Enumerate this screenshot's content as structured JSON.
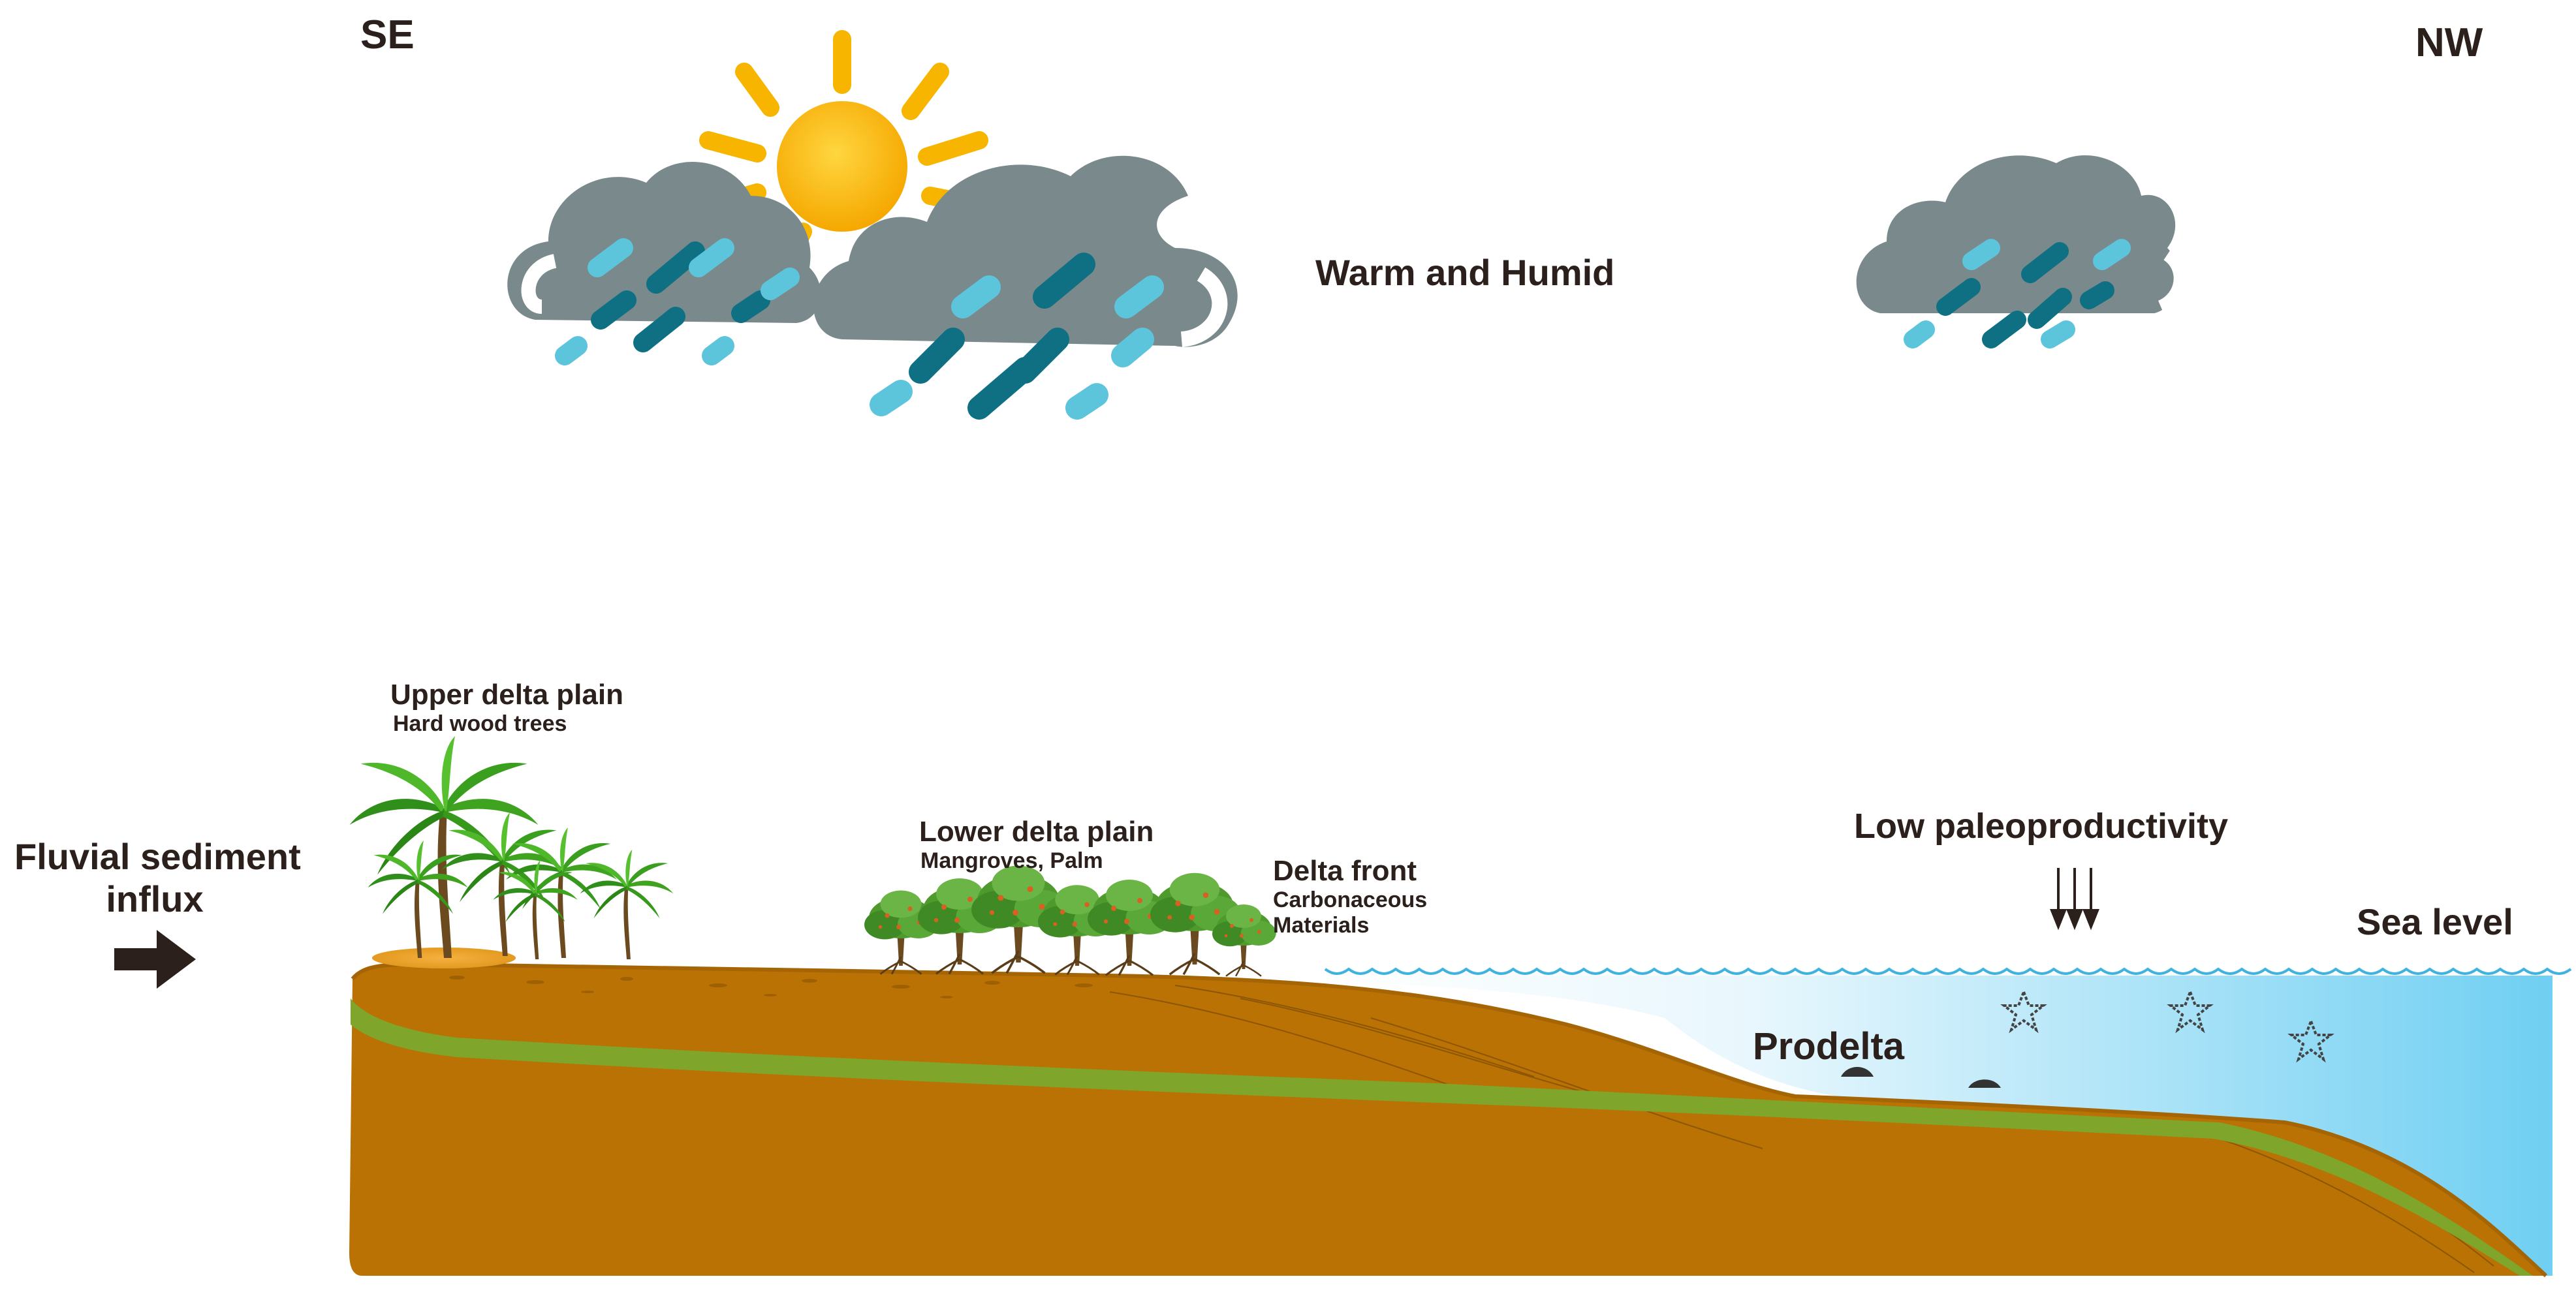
{
  "orientation": {
    "left": "SE",
    "right": "NW"
  },
  "climate": {
    "label": "Warm and Humid"
  },
  "influx": {
    "line1": "Fluvial sediment",
    "line2": "influx"
  },
  "zones": {
    "upper_delta_plain": {
      "title": "Upper delta plain",
      "sub": "Hard wood trees"
    },
    "lower_delta_plain": {
      "title": "Lower delta plain",
      "sub": "Mangroves, Palm"
    },
    "delta_front": {
      "title": "Delta front",
      "sub1": "Carbonaceous",
      "sub2": "Materials"
    },
    "prodelta": {
      "title": "Prodelta"
    }
  },
  "productivity": {
    "label": "Low paleoproductivity"
  },
  "sea_level": {
    "label": "Sea level"
  },
  "icons": [
    "sun-icon",
    "rain-cloud-icon",
    "palm-tree-icon",
    "mangrove-tree-icon",
    "starfish-icon",
    "shell-icon",
    "arrow-right-icon",
    "down-arrow-icon"
  ],
  "colors": {
    "sediment": "#b97203",
    "sediment_top": "#b07010",
    "green_layer": "#7fa52a",
    "sea": "#6fcff2",
    "cloud": "#7a8a8c",
    "sun": "#f7b500",
    "rain_dark": "#0e7082",
    "rain_light": "#5cc5dc",
    "palm_green": "#3fa320",
    "mangrove_green": "#4f9a2d"
  }
}
